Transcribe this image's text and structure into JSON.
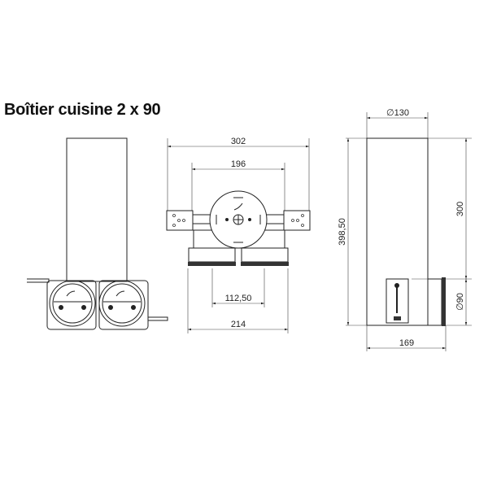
{
  "title": "Boîtier cuisine 2 x 90",
  "front_view": {
    "dim_width_total": "302",
    "dim_width_inner": "196",
    "dim_outlet_spacing": "112,50",
    "dim_base_width": "214"
  },
  "side_view": {
    "dim_diameter_top": "∅130",
    "dim_height_total": "398,50",
    "dim_height_tube": "300",
    "dim_diameter_outlet": "∅90",
    "dim_depth": "169"
  }
}
